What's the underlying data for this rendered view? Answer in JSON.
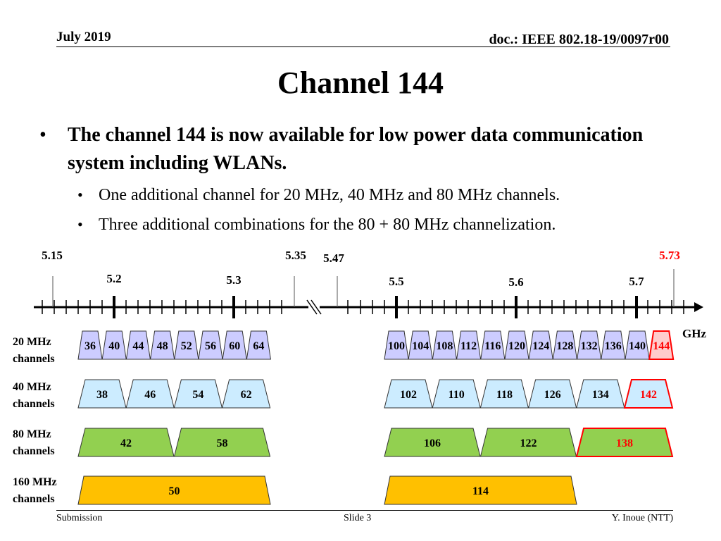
{
  "header": {
    "date": "July 2019",
    "doc": "doc.: IEEE 802.18-19/0097r00"
  },
  "title": "Channel 144",
  "bullets": {
    "main": "The channel 144 is now available for low power data communication system including WLANs.",
    "sub": [
      "One additional channel for 20 MHz, 40 MHz and 80 MHz channels.",
      "Three additional combinations for the 80 + 80 MHz channelization."
    ]
  },
  "diagram": {
    "freq_labels_top": [
      "5.15",
      "5.35",
      "5.47",
      "5.73"
    ],
    "freq_labels_mid": [
      "5.2",
      "5.3",
      "5.5",
      "5.6",
      "5.7"
    ],
    "unit": "GHz",
    "row_labels": [
      [
        "20 MHz",
        "channels"
      ],
      [
        "40 MHz",
        "channels"
      ],
      [
        "80 MHz",
        "channels"
      ],
      [
        "160 MHz",
        "channels"
      ]
    ],
    "ch20_low": [
      "36",
      "40",
      "44",
      "48",
      "52",
      "56",
      "60",
      "64"
    ],
    "ch20_high": [
      "100",
      "104",
      "108",
      "112",
      "116",
      "120",
      "124",
      "128",
      "132",
      "136",
      "140",
      "144"
    ],
    "ch40_low": [
      "38",
      "46",
      "54",
      "62"
    ],
    "ch40_high": [
      "102",
      "110",
      "118",
      "126",
      "134",
      "142"
    ],
    "ch80_low": [
      "42",
      "58"
    ],
    "ch80_high": [
      "106",
      "122",
      "138"
    ],
    "ch160": [
      "50",
      "114"
    ],
    "highlight": [
      "5.73",
      "144",
      "142",
      "138"
    ],
    "colors": {
      "ch20": "#ccccff",
      "ch40": "#ccecff",
      "ch80": "#92d050",
      "ch160": "#ffc000",
      "new20": "#ffcccc",
      "highlight": "#ff0000"
    }
  },
  "footer": {
    "left": "Submission",
    "center": "Slide 3",
    "right": "Y. Inoue (NTT)"
  }
}
